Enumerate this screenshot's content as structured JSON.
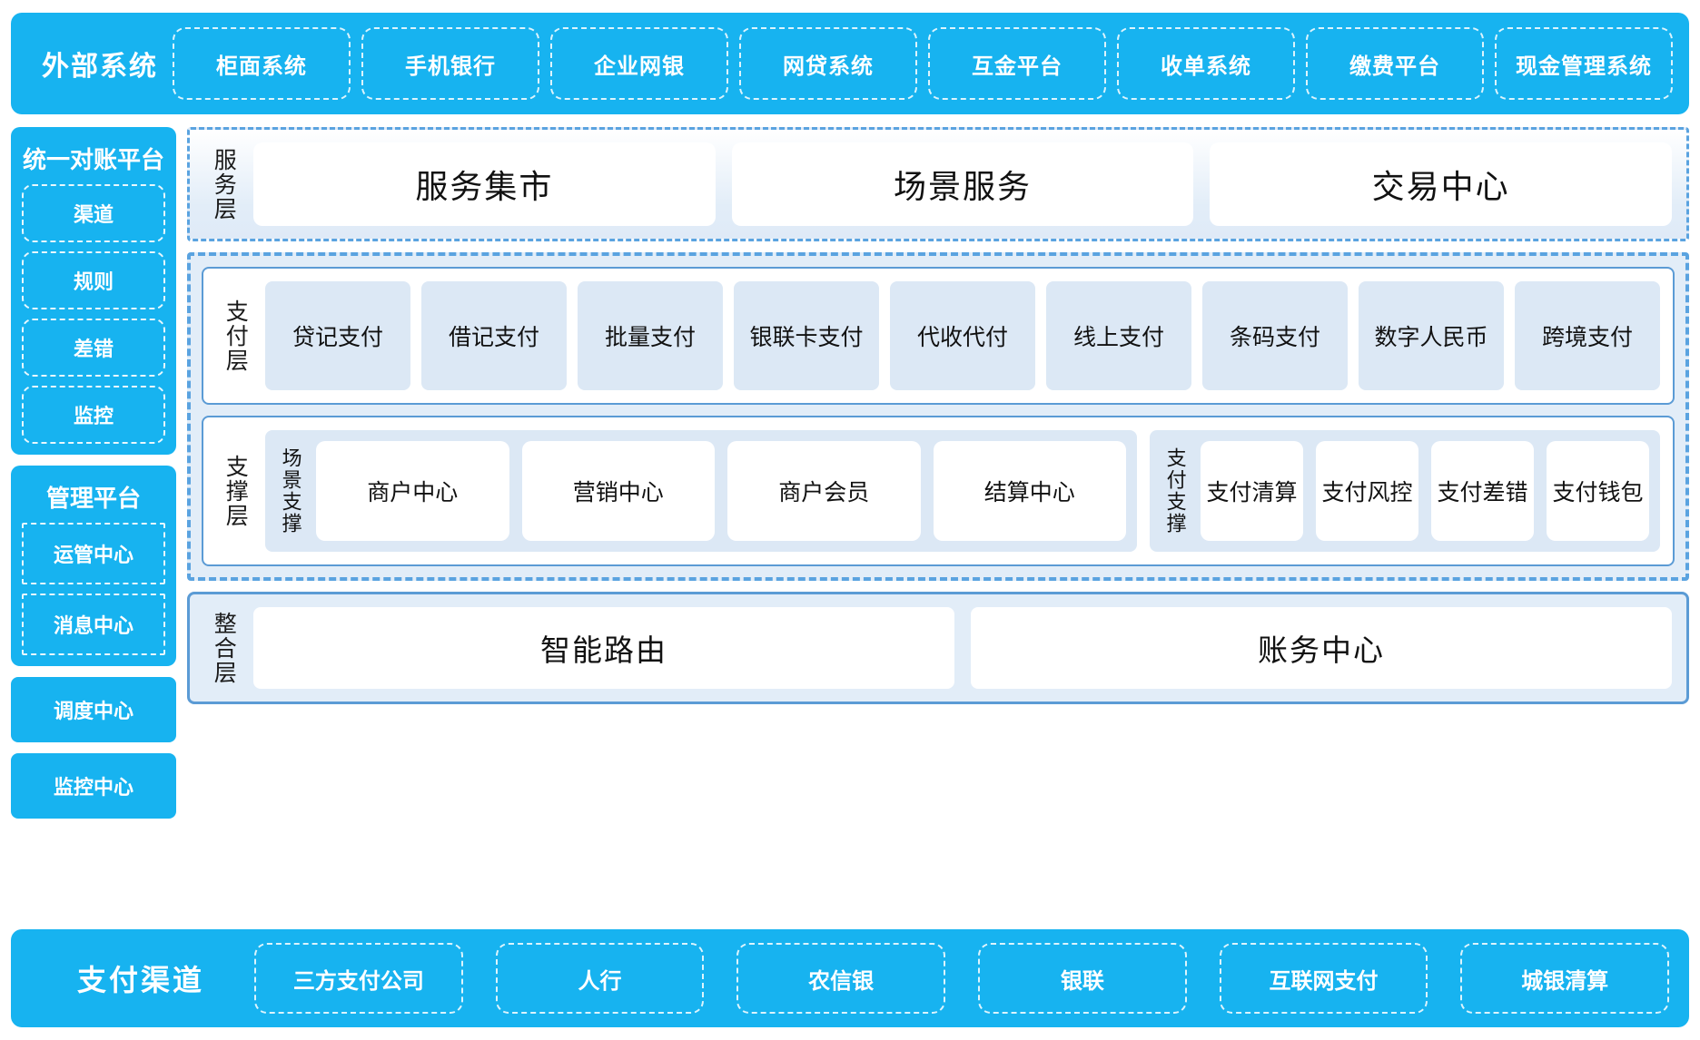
{
  "external": {
    "title": "外部系统",
    "items": [
      "柜面系统",
      "手机银行",
      "企业网银",
      "网贷系统",
      "互金平台",
      "收单系统",
      "缴费平台",
      "现金管理系统"
    ]
  },
  "sidebar": {
    "reconciliation": {
      "title": "统一对账平台",
      "items": [
        "渠道",
        "规则",
        "差错",
        "监控"
      ]
    },
    "management": {
      "title": "管理平台",
      "items": [
        "运管中心",
        "消息中心"
      ]
    },
    "standalone": [
      "调度中心",
      "监控中心"
    ]
  },
  "service_layer": {
    "label": "服务层",
    "cards": [
      "服务集市",
      "场景服务",
      "交易中心"
    ]
  },
  "payment_layer": {
    "label": "支付层",
    "tiles": [
      "贷记支付",
      "借记支付",
      "批量支付",
      "银联卡支付",
      "代收代付",
      "线上支付",
      "条码支付",
      "数字人民币",
      "跨境支付"
    ]
  },
  "support_layer": {
    "label": "支撑层",
    "groups": [
      {
        "label": "场景支撑",
        "tiles": [
          "商户中心",
          "营销中心",
          "商户会员",
          "结算中心"
        ]
      },
      {
        "label": "支付支撑",
        "tiles": [
          "支付清算",
          "支付风控",
          "支付差错",
          "支付钱包"
        ]
      }
    ]
  },
  "integration_layer": {
    "label": "整合层",
    "cards": [
      "智能路由",
      "账务中心"
    ]
  },
  "channels": {
    "title": "支付渠道",
    "items": [
      "三方支付公司",
      "人行",
      "农信银",
      "银联",
      "互联网支付",
      "城银清算"
    ]
  },
  "colors": {
    "brand_blue": "#17b3f0",
    "panel_blue": "#e2edf8",
    "tile_blue": "#dce8f5",
    "border_blue": "#5b9bd5",
    "dash_blue": "#5aa3e0"
  }
}
